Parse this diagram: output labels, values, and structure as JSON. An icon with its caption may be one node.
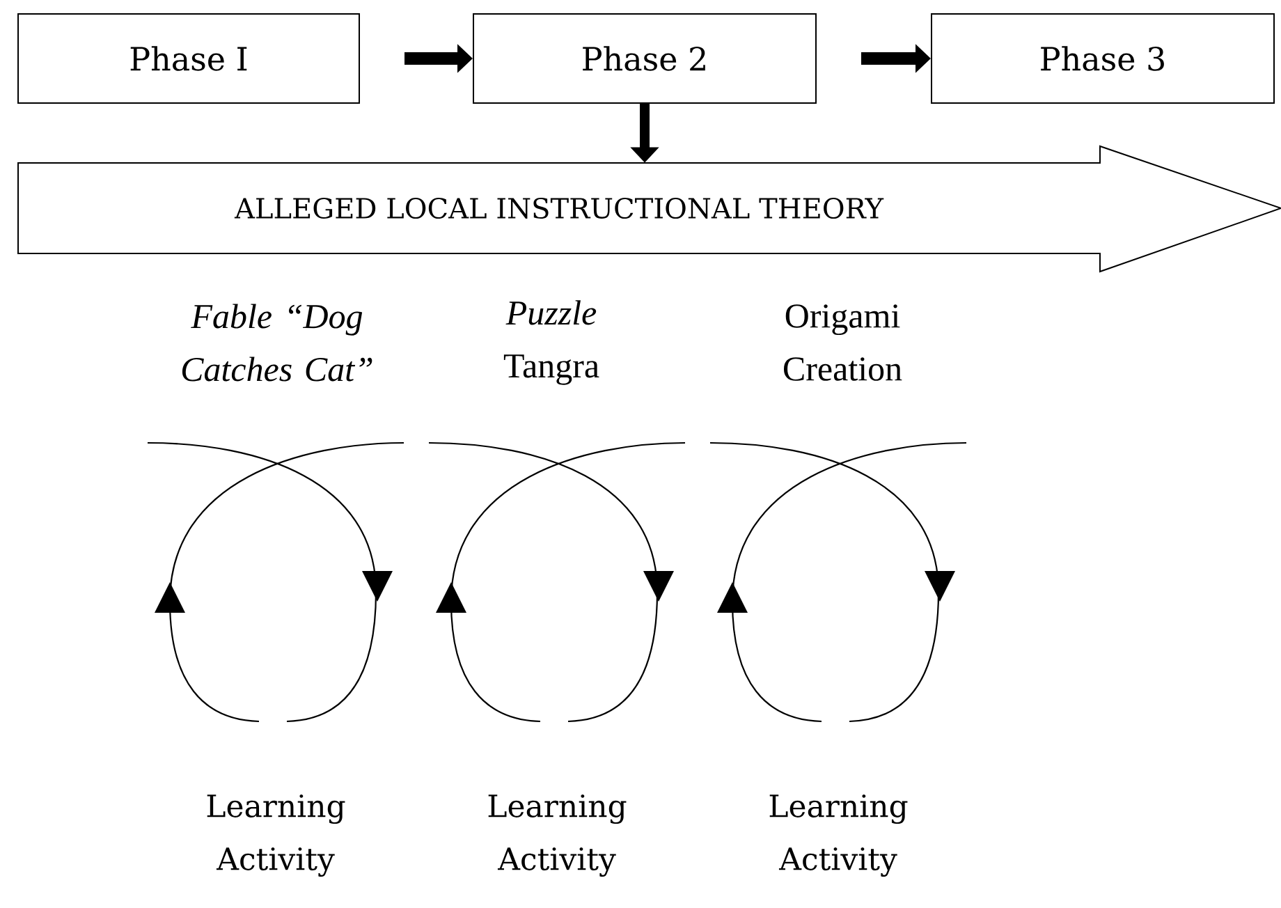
{
  "diagram": {
    "nodes": [
      {
        "text": [
          "Phase I"
        ]
      },
      {
        "text": [
          "Phase 2"
        ]
      },
      {
        "text": [
          "Phase 3"
        ]
      },
      {
        "text": [
          "ALLEGED LOCAL INSTRUCTIONAL THEORY"
        ]
      }
    ],
    "edges": [
      {
        "from": 0,
        "to": 1,
        "arrow": "to"
      },
      {
        "from": 1,
        "to": 2,
        "arrow": "to"
      },
      {
        "from": 1,
        "to": 3,
        "arrow": "to"
      }
    ],
    "labels": [
      "Fable “Dog Catches Cat”",
      "*Puzzle* Tangra",
      "Origami Creation",
      "Learning Activity",
      "Learning Activity",
      "Learning Activity"
    ]
  }
}
